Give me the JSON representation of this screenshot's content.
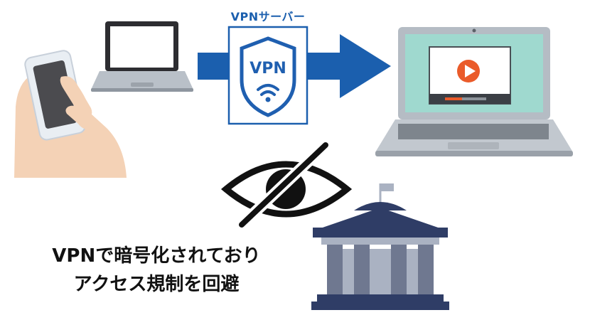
{
  "vpn_server": {
    "label": "VPNサーバー",
    "badge_text": "VPN"
  },
  "caption": {
    "line1": "VPNで暗号化されており",
    "line2": "アクセス規制を回避"
  },
  "colors": {
    "vpn_blue": "#1b5fae",
    "shield_blue": "#1f5fb0",
    "screen_teal": "#9fd9cf",
    "play_orange": "#ea5b2a",
    "building_navy": "#2f3d66",
    "building_grey": "#aab2c2",
    "text": "#111111"
  },
  "icons": {
    "source_device": "hand-holding-smartphone-icon",
    "source_laptop": "laptop-icon",
    "flow": "arrow-right-icon",
    "server": "vpn-shield-icon",
    "destination": "laptop-video-player-icon",
    "visibility": "eye-slash-icon",
    "authority": "government-building-icon"
  }
}
